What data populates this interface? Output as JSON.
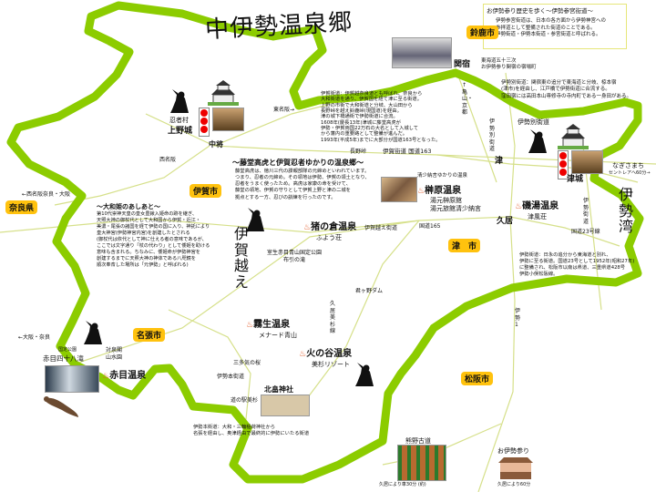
{
  "title": "中伊勢温泉郷",
  "colors": {
    "border": "#8ccc00",
    "road": "#d6e08a",
    "city_badge": "#ffc20e",
    "onsen_icon": "#e25b2a"
  },
  "info_box": {
    "title": "お伊勢参り歴史を歩く〜伊勢参宮街道〜",
    "body": "伊勢参宮街道は、日本の各方面から伊勢神宮への\n参拝道として整備された街道のことである。\n伊勢街道・伊勢本街道・参宮街道と呼ばれる。"
  },
  "cities": [
    "鈴鹿市",
    "伊賀市",
    "奈良県",
    "名張市",
    "津　市",
    "松阪市"
  ],
  "regions": {
    "iga_goe": "伊賀越え",
    "ise_bay": "伊勢湾"
  },
  "places": {
    "ninja_village": "忍者村",
    "ueno_castle": "上野城",
    "nakase": "中将",
    "seki_shuku": "関宿",
    "tsu": "津",
    "kui": "久居",
    "tsu_castle": "津城",
    "ise_betsu_kaido": "伊勢別街道",
    "nagisa_machi": "なぎさまち",
    "nagisa_sub": "セントレアへ60分→",
    "akame": "赤目四十八滝",
    "akame_sub": "国定公園",
    "taisen": "対泉閣\n山水園",
    "kitabatake": "北畠神社",
    "kumano_kodo": "熊野古道",
    "oise_mairi": "お伊勢参り"
  },
  "onsen": [
    {
      "name": "榊原温泉",
      "sub": "湯元榊原館\n湯元旅館清少納言",
      "note": "清少納言ゆかりの温泉"
    },
    {
      "name": "猪の倉温泉",
      "sub": "ふよう荘"
    },
    {
      "name": "磯湯温泉",
      "sub": "津風荘"
    },
    {
      "name": "霧生温泉",
      "sub": "メナード青山"
    },
    {
      "name": "火の谷温泉",
      "sub": "美杉リゾート"
    },
    {
      "name": "赤目温泉",
      "sub": ""
    }
  ],
  "roads": {
    "higashi_meihan": "東名阪→",
    "nishi_meihan": "西名阪",
    "to_nara_osaka": "←西名阪奈良・大阪",
    "to_osaka_nara": "←大阪・奈良",
    "tokaido": "東海道五十三次\nお伊勢参り関宿の宿場町",
    "kameyama": "↑亀山・京都",
    "ise_betsu_vertical": "伊勢別街道",
    "iga_kaido": "伊賀街道 国道163",
    "nagano": "長野峠",
    "igagoe_kaido": "伊賀越え街道",
    "r165": "国道165",
    "r23": "国道23号線",
    "ise_kaido_v": "伊勢街道",
    "ise_1": "伊勢1",
    "iseh_kaido": "伊勢本街道",
    "misugi": "三多気の桜",
    "kanbe_dam": "君ヶ野ダム",
    "kui_line": "久居美杉線",
    "muro": "室生赤目青山国定公園\n布引の滝",
    "station": "道の駅美杉",
    "kumano_time": "久居により車30分 (約)",
    "oise_time": "久居により60分"
  },
  "notes": {
    "iga_kaido": "伊賀街道：伊賀越奈良道とも呼ばれ、奈良から\n大和街道を通り、伊賀国を経て津に至る街道。\n上野の市街で大和街道と分岐、大山田から\n長野峠を越え鈴鹿峠(現国道)を経由。\n津の城下橋通街で伊勢街道に合流。\n1608年(慶長13年)津城に藤堂高虎が\n伊勢・伊賀両国22万石の大名として入城して\nから藩内の重要路として整備が進んだ。\n1993年(平成5年)までに大部分が国道163号となった。",
    "todo_title": "〜藤堂高虎と伊賀忍者ゆかりの温泉郷〜",
    "todo": "藤堂高虎は、徳川三代の諜報部隊の元締めといわれています。\nつまり、忍者の元締め。その領地は伊勢、伊賀の領土となり、\n忍者をうまく使ったため。高虎は家康の命を受けて、\n藤堂の領地、伊賀の守りとして伊賀上野と津の二城を\n拠点とする一方、忍びの訓練を行ったのです。",
    "yamato_title": "〜大和姫のあしあと〜",
    "yamato": "第10代崇神天皇の皇女豊鍬入姫命の跡を継ぎ、\n天照大神の御杖代として大和国から伊賀・近江・\n美濃・尾張の諸国を経て伊勢の国に入り、神託により\n皇大神宮(伊勢神宮内宮)を創建したとされる\n(御杖代は依代として神に仕える者の意味であるが、\nここでは文字通り「杖の代わり」として倭姫を助ける\n意味も含まれる。ちなみに、倭姫命が伊勢神宮を\n創建するまでに天照大神の神体である八咫鏡を\n順次奉斎した場所は「元伊勢」と呼ばれる)",
    "ise_betsu": "伊勢別街道：関宿東の追分で東海道と分岐、椋本宿\n(津市)を経由し、江戸橋で伊勢街道に合流する。\n窪田宿には高田本山専修寺の寺内町である一身田がある。",
    "ise_kaido": "伊勢街道：日永の追分から東海道と別れ、\n伊勢に至る街道。国道23号として1952年(昭和27年)\nに整備され、松阪市以南は県道、三重県道428号\n伊勢小俣松阪線。",
    "ise_hon": "伊勢本街道：大和・三輪稲荷神社から\n名張を経由し、奥津経由で最終的に伊勢にいたる街道"
  }
}
